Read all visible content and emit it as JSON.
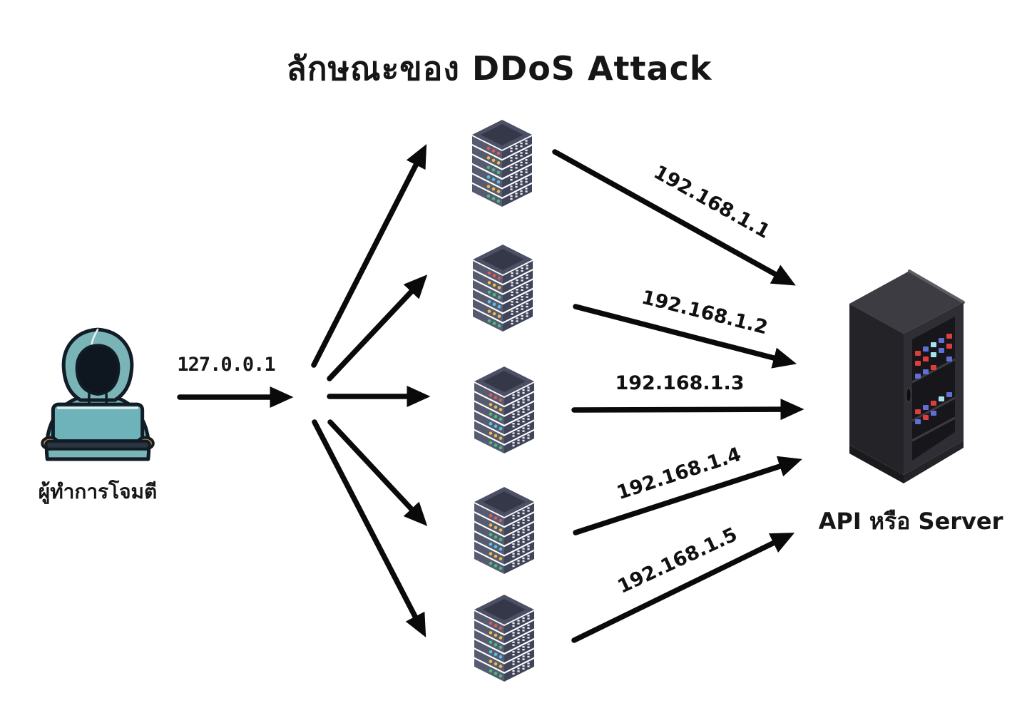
{
  "title": "ลักษณะของ DDoS Attack",
  "attacker": {
    "label": "ผู้ทำการโจมตี",
    "source_ip": "127.0.0.1",
    "icon": "hooded-hacker-with-laptop"
  },
  "botnet_servers": [
    {
      "ip": "192.168.1.1",
      "icon": "isometric-server-stack"
    },
    {
      "ip": "192.168.1.2",
      "icon": "isometric-server-stack"
    },
    {
      "ip": "192.168.1.3",
      "icon": "isometric-server-stack"
    },
    {
      "ip": "192.168.1.4",
      "icon": "isometric-server-stack"
    },
    {
      "ip": "192.168.1.5",
      "icon": "isometric-server-stack"
    }
  ],
  "target": {
    "label": "API หรือ Server",
    "icon": "isometric-server-rack"
  },
  "colors": {
    "arrow": "#0a0a0a",
    "text": "#161616",
    "hoodie": "#7ab4b6",
    "laptop_lid": "#6fb3ba",
    "hands": "#e6933c",
    "server_body": "#4c5065",
    "server_face": "#575b70",
    "server_side": "#41455a",
    "led_red": "#e25959",
    "led_yellow": "#eebc40",
    "led_green": "#43c17e",
    "led_cyan": "#52c6e8",
    "rack_body": "#2e2e34",
    "rack_glass": "#17171b",
    "ind_red": "#dd3d3d",
    "ind_blue": "#5f6fd6",
    "ind_cyan": "#a9e2ef"
  }
}
